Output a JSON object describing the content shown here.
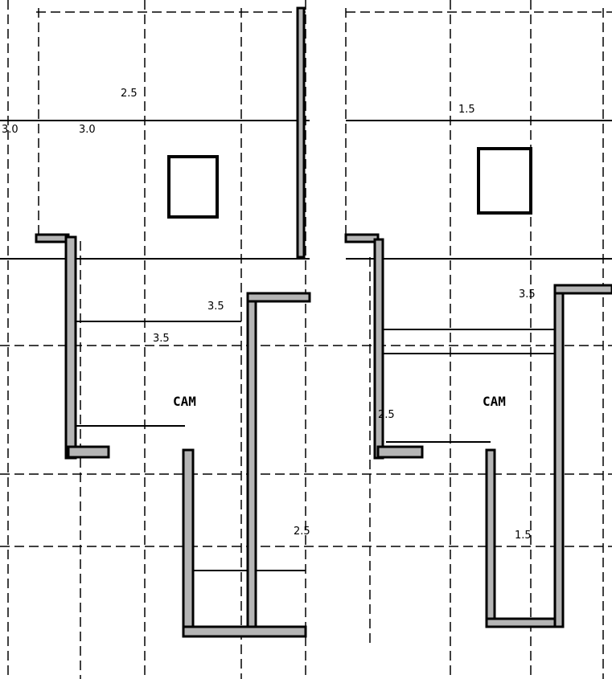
{
  "title": "Floor plan drawing",
  "room_labels": [
    "CAM",
    "CAM"
  ],
  "dimension_labels": [
    "3.5",
    "3.5",
    "2.5",
    "2.5",
    "1.5",
    "3.0",
    "3.5",
    "2.5",
    "1.5",
    "3.0"
  ],
  "colors": {
    "wall_fill": "#b5b5b5",
    "line": "#000000",
    "background": "#ffffff"
  }
}
